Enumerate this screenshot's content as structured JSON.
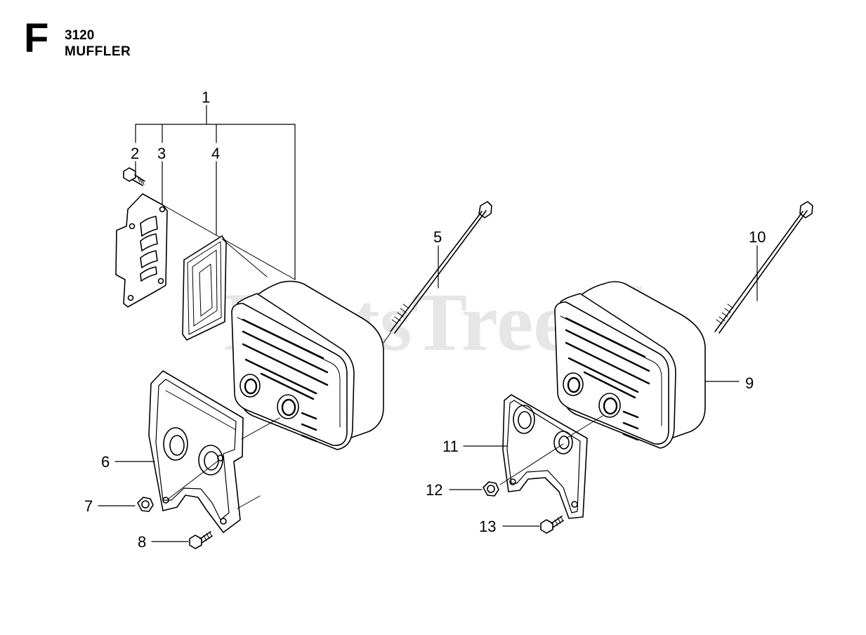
{
  "header": {
    "section_letter": "F",
    "section_code": "3120",
    "section_name": "MUFFLER"
  },
  "watermark": {
    "text": "PartsTree",
    "mark": "TM",
    "color": "#e6e6e6"
  },
  "callouts": [
    "1",
    "2",
    "3",
    "4",
    "5",
    "6",
    "7",
    "8",
    "9",
    "10",
    "11",
    "12",
    "13"
  ],
  "colors": {
    "line": "#000000",
    "background": "#ffffff"
  }
}
